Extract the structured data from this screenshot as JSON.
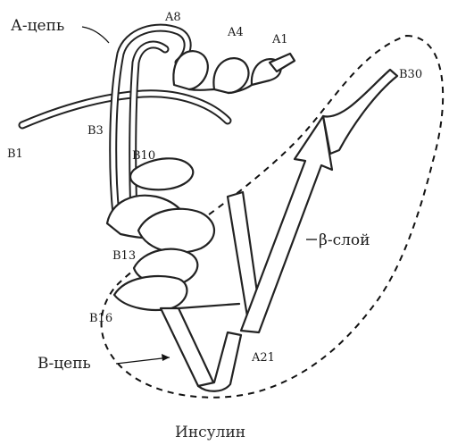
{
  "labels": {
    "a_chain": "А-цепь",
    "b_chain": "В-цепь",
    "beta_sheet": "β-слой",
    "a8": "A8",
    "a4": "A4",
    "a1": "A1",
    "a21": "A21",
    "b1": "B1",
    "b3": "B3",
    "b10": "B10",
    "b13": "B13",
    "b16": "B16",
    "b30": "B30"
  },
  "caption": "Инсулин"
}
